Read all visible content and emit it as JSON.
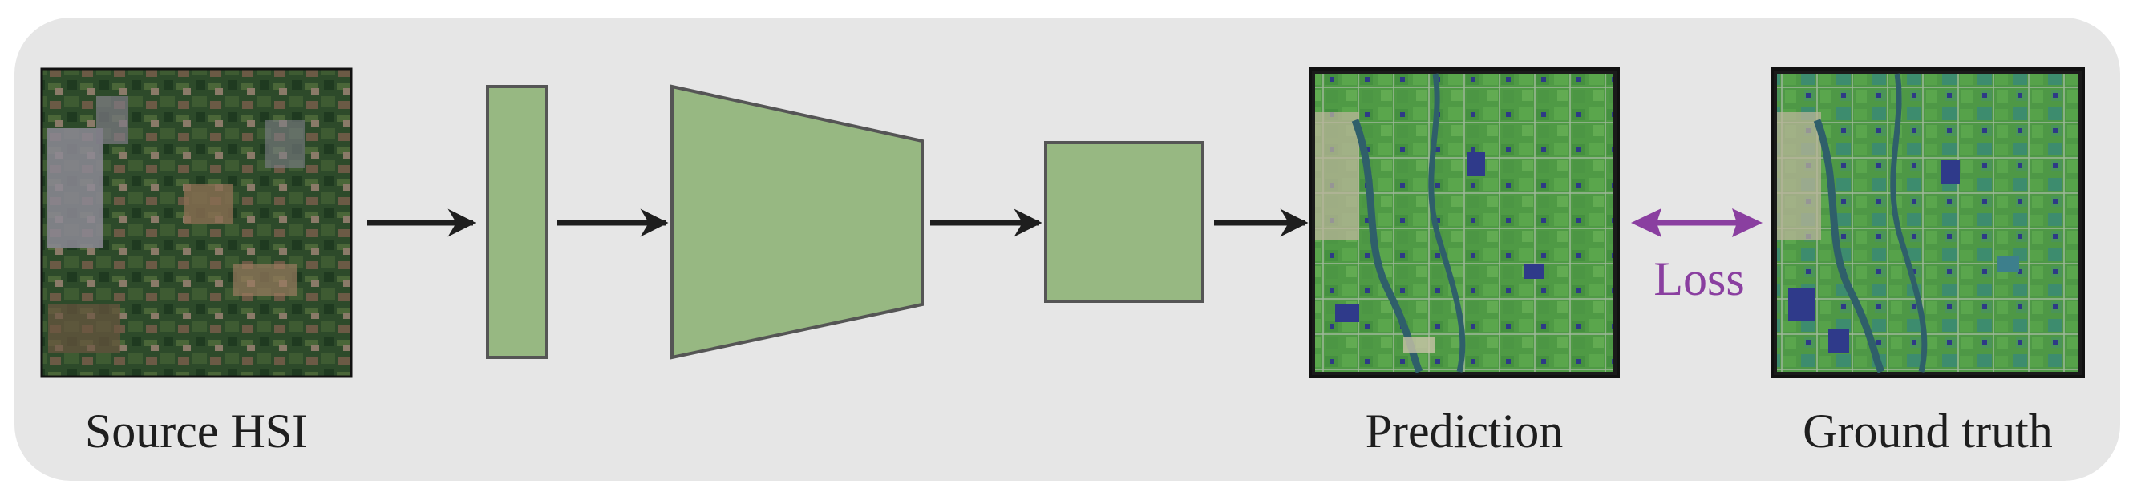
{
  "labels": {
    "source": "Source HSI",
    "prediction": "Prediction",
    "ground_truth": "Ground truth",
    "loss": "Loss"
  },
  "colors": {
    "background_panel": "#e6e6e6",
    "block_fill": "#97b882",
    "block_stroke": "#555555",
    "arrow": "#1e1e1e",
    "loss_arrow": "#8a3fa0"
  }
}
